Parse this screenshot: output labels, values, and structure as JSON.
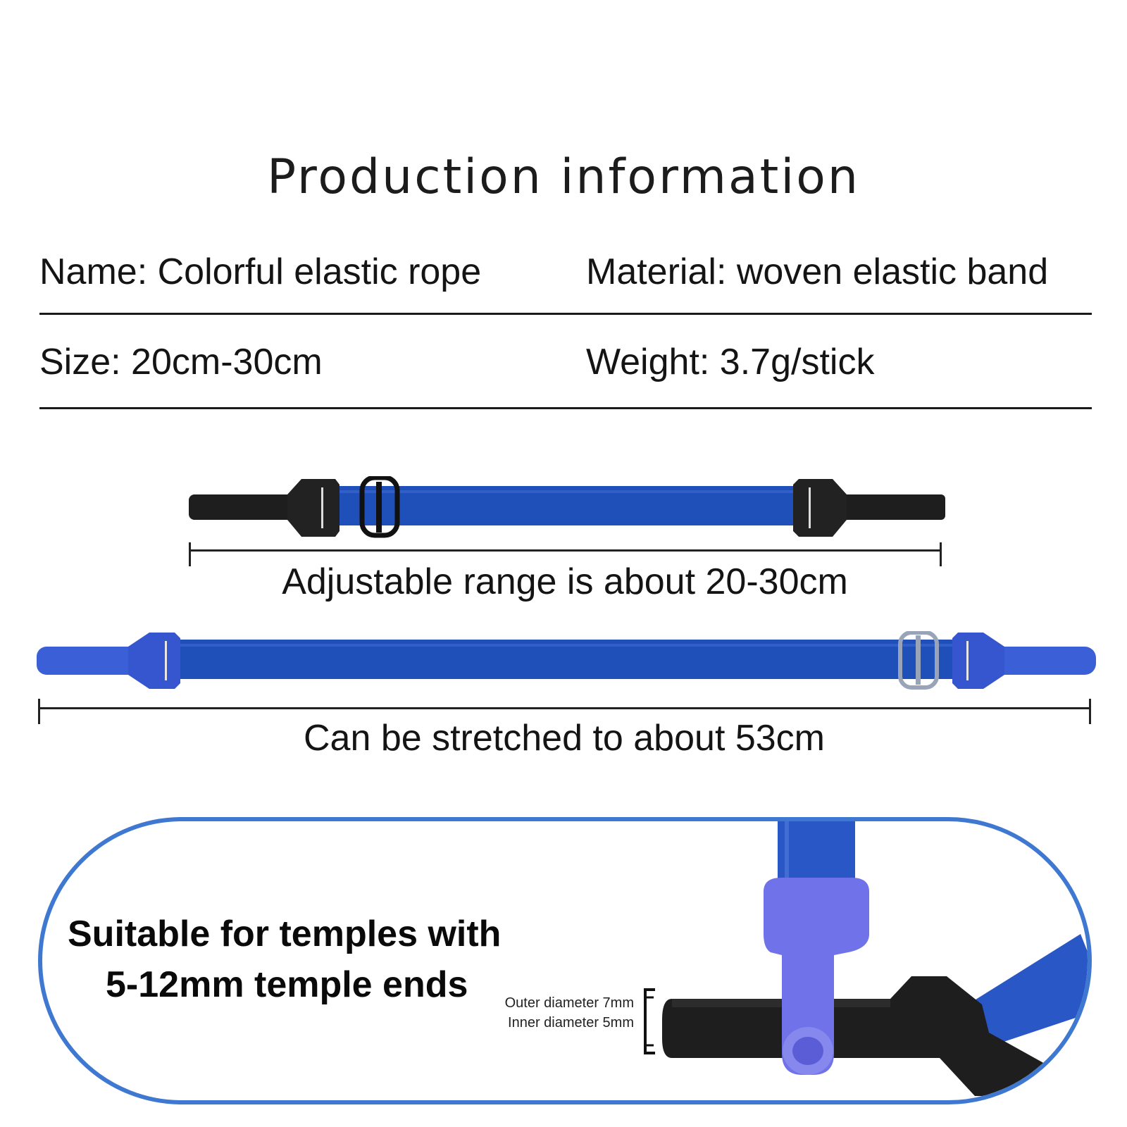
{
  "title": "Production information",
  "specs": {
    "name": "Name: Colorful elastic rope",
    "material": "Material: woven elastic band",
    "size": "Size: 20cm-30cm",
    "weight": "Weight: 3.7g/stick"
  },
  "captions": {
    "adjustable": "Adjustable range is about 20-30cm",
    "stretched": "Can be stretched to about 53cm"
  },
  "panel": {
    "suitable_line1": "Suitable for temples with",
    "suitable_line2": "5-12mm temple ends",
    "outer_diameter": "Outer diameter 7mm",
    "inner_diameter": "Inner diameter 5mm"
  },
  "colors": {
    "band_blue": "#1f4fb8",
    "tip_blue": "#3a5fd6",
    "silicone_purple": "#6f72e8",
    "panel_border": "#3f78d1",
    "black_end": "#1e1e1e"
  },
  "icons": [
    "black-end-cap-icon",
    "slider-buckle-icon",
    "blue-end-cap-icon",
    "temple-tip-closeup-icon"
  ]
}
